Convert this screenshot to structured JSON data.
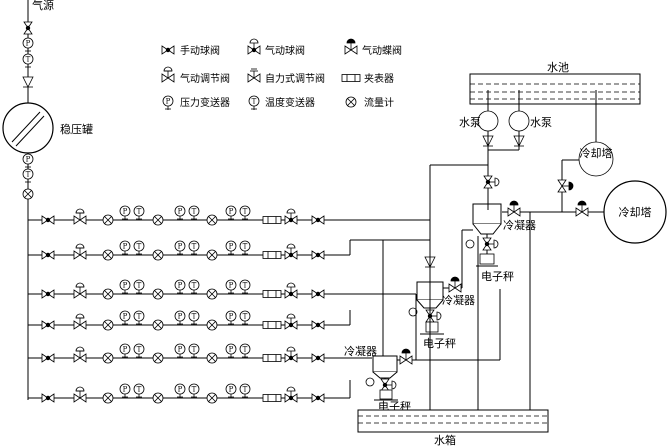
{
  "labels": {
    "gas_source": "气源",
    "stabilizer_tank": "稳压罐",
    "water_pool": "水池",
    "pump_left": "水泵",
    "pump_right": "水泵",
    "cooling_tower_small": "冷却塔",
    "cooling_tower_big": "冷却塔",
    "condenser_1": "冷凝器",
    "condenser_2": "冷凝器",
    "condenser_3": "冷凝器",
    "scale_1": "电子秤",
    "scale_2": "电子秤",
    "scale_3": "电子秤",
    "water_tank": "水箱"
  },
  "legend": [
    {
      "icon": "manual-ball-valve-icon",
      "label": "手动球阀"
    },
    {
      "icon": "pneumatic-ball-valve-icon",
      "label": "气动球阀"
    },
    {
      "icon": "pneumatic-butterfly-valve-icon",
      "label": "气动蝶阀"
    },
    {
      "icon": "pneumatic-regulating-valve-icon",
      "label": "气动调节阀"
    },
    {
      "icon": "self-regulating-valve-icon",
      "label": "自力式调节阀"
    },
    {
      "icon": "clamp-icon",
      "label": "夹表器"
    },
    {
      "icon": "pressure-transmitter-icon",
      "label": "压力变送器"
    },
    {
      "icon": "temperature-transmitter-icon",
      "label": "温度变送器"
    },
    {
      "icon": "flowmeter-icon",
      "label": "流量计"
    }
  ],
  "symbol_letters": {
    "pressure": "P",
    "temperature": "T"
  },
  "branch_count": 6
}
